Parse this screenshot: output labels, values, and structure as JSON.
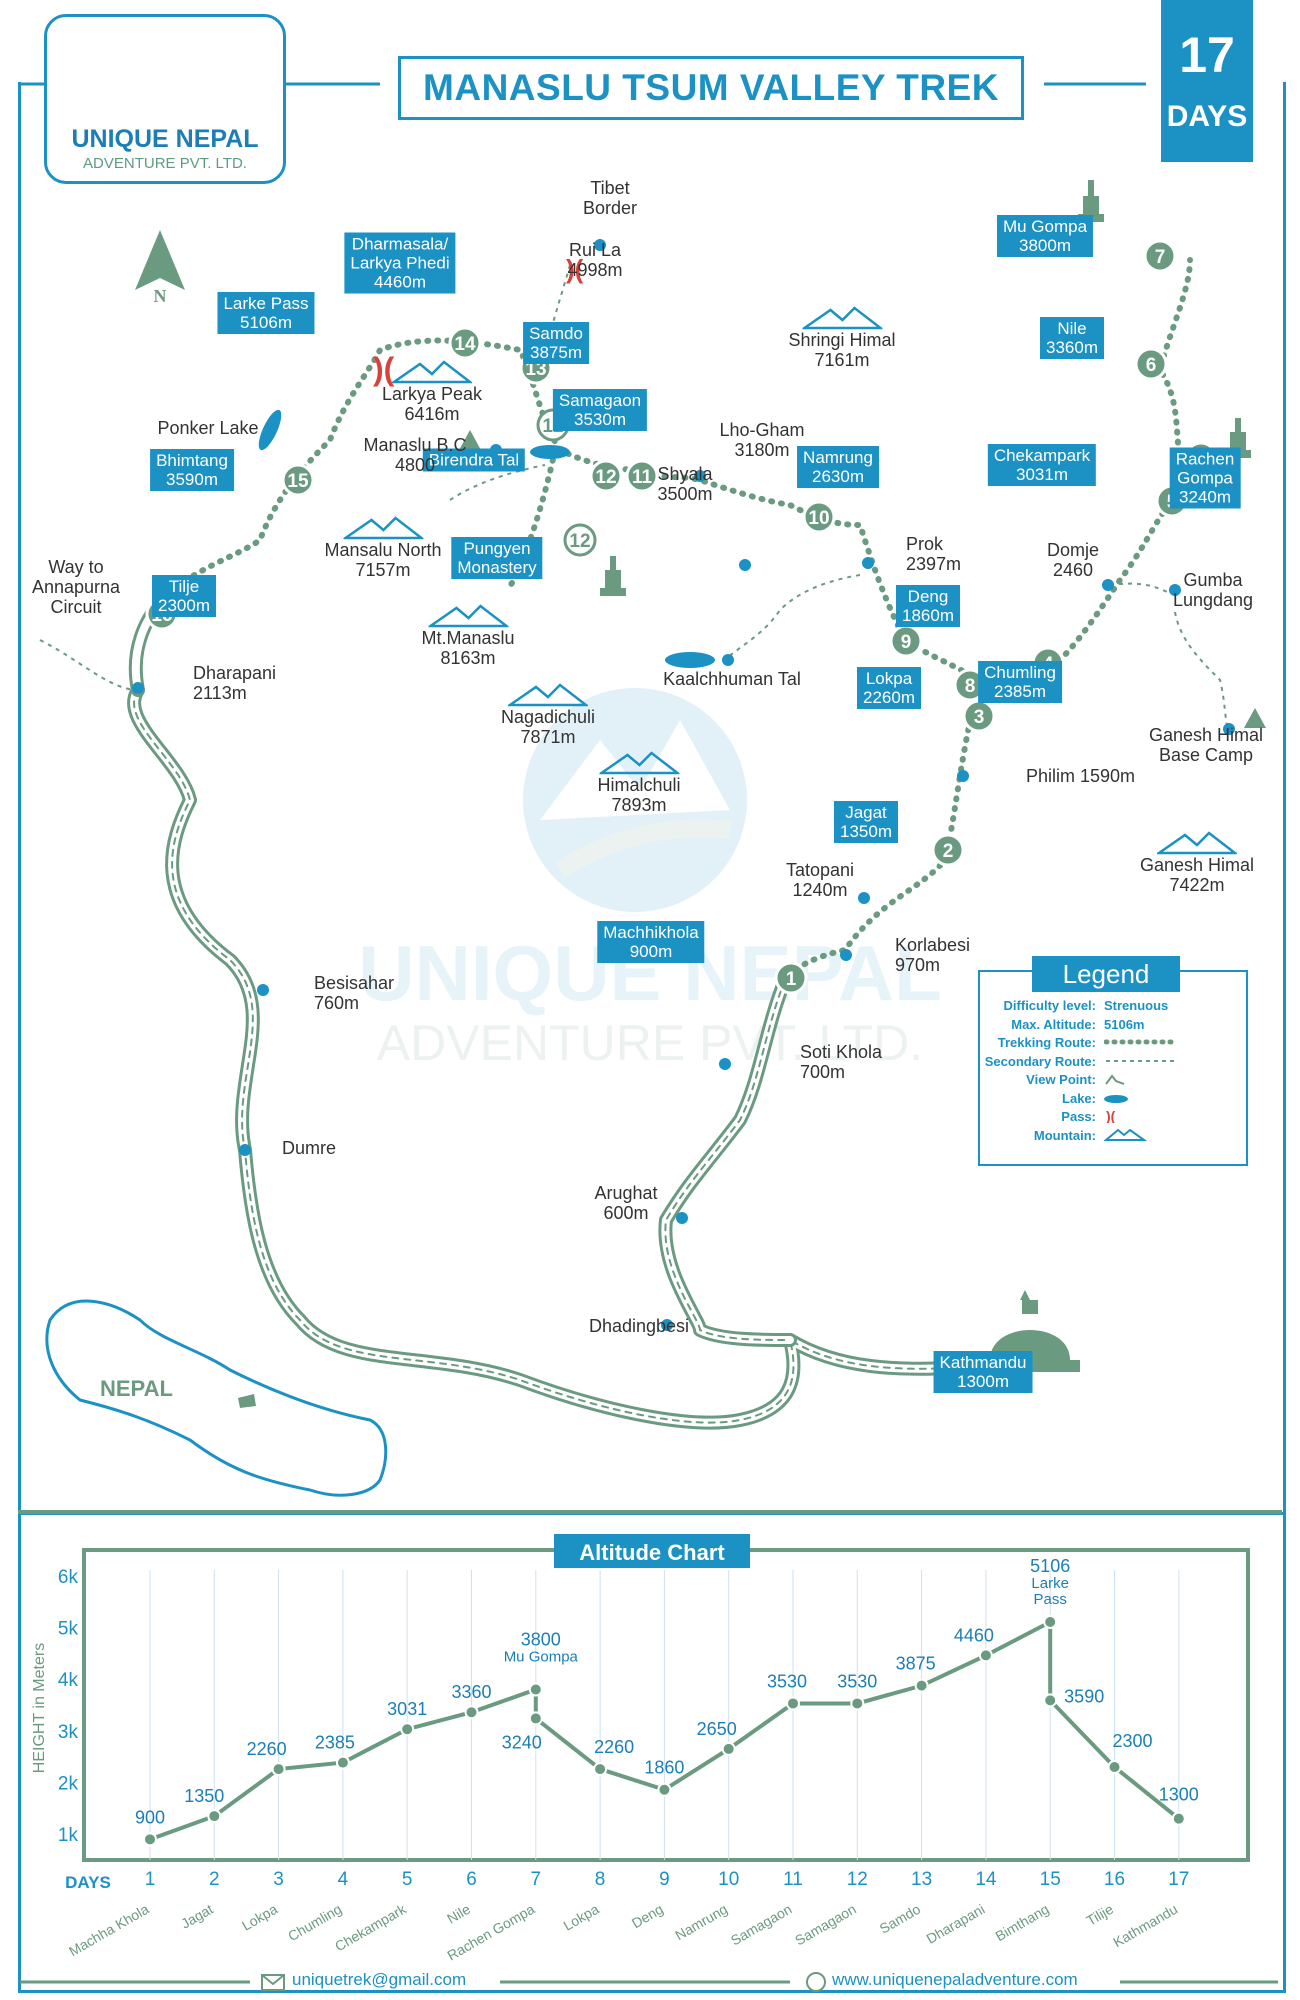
{
  "title": "MANASLU TSUM VALLEY TREK",
  "duration": {
    "number": "17",
    "unit": "DAYS"
  },
  "logo": {
    "name": "UNIQUE NEPAL",
    "subtitle": "ADVENTURE PVT. LTD."
  },
  "watermark": {
    "line1": "UNIQUE NEPAL",
    "line2": "ADVENTURE PVT. LTD."
  },
  "compass": "N",
  "nepal_label": "NEPAL",
  "colors": {
    "blue": "#1b91c4",
    "green": "#6a9a80",
    "route": "#6a9a80",
    "label_bg": "#1b91c4",
    "mountain": "#1b91c4"
  },
  "places_boxed": [
    {
      "id": "mu-gompa",
      "lines": [
        "Mu Gompa",
        "3800m"
      ]
    },
    {
      "id": "nile",
      "lines": [
        "Nile",
        "3360m"
      ]
    },
    {
      "id": "chekampark",
      "lines": [
        "Chekampark",
        "3031m"
      ]
    },
    {
      "id": "rachen-gompa",
      "lines": [
        "Rachen",
        "Gompa",
        "3240m"
      ]
    },
    {
      "id": "dharmasala",
      "lines": [
        "Dharmasala/",
        "Larkya Phedi",
        "4460m"
      ]
    },
    {
      "id": "larke-pass",
      "lines": [
        "Larke Pass",
        "5106m"
      ]
    },
    {
      "id": "samdo",
      "lines": [
        "Samdo",
        "3875m"
      ]
    },
    {
      "id": "samagaon",
      "lines": [
        "Samagaon",
        "3530m"
      ]
    },
    {
      "id": "birendra-tal",
      "lines": [
        "Birendra Tal"
      ]
    },
    {
      "id": "namrung",
      "lines": [
        "Namrung",
        "2630m"
      ]
    },
    {
      "id": "bhimtang",
      "lines": [
        "Bhimtang",
        "3590m"
      ]
    },
    {
      "id": "pungyen",
      "lines": [
        "Pungyen",
        "Monastery"
      ]
    },
    {
      "id": "tilje",
      "lines": [
        "Tilje",
        "2300m"
      ]
    },
    {
      "id": "deng",
      "lines": [
        "Deng",
        "1860m"
      ]
    },
    {
      "id": "lokpa",
      "lines": [
        "Lokpa",
        "2260m"
      ]
    },
    {
      "id": "chumling",
      "lines": [
        "Chumling",
        "2385m"
      ]
    },
    {
      "id": "jagat",
      "lines": [
        "Jagat",
        "1350m"
      ]
    },
    {
      "id": "machhikhola",
      "lines": [
        "Machhikhola",
        "900m"
      ]
    },
    {
      "id": "kathmandu",
      "lines": [
        "Kathmandu",
        "1300m"
      ]
    }
  ],
  "places_plain": [
    {
      "id": "tibet-border",
      "lines": [
        "Tibet",
        "Border"
      ]
    },
    {
      "id": "rui-la",
      "lines": [
        "Rui La",
        "4998m"
      ]
    },
    {
      "id": "larkya-peak",
      "lines": [
        "Larkya Peak",
        "6416m"
      ]
    },
    {
      "id": "shringi-himal",
      "lines": [
        "Shringi Himal",
        "7161m"
      ]
    },
    {
      "id": "ponker-lake",
      "lines": [
        "Ponker Lake"
      ]
    },
    {
      "id": "manaslu-bc",
      "lines": [
        "Manaslu B.C",
        "4800"
      ]
    },
    {
      "id": "lho-gham",
      "lines": [
        "Lho-Gham",
        "3180m"
      ]
    },
    {
      "id": "shyala",
      "lines": [
        "Shyala",
        "3500m"
      ]
    },
    {
      "id": "mansalu-north",
      "lines": [
        "Mansalu North",
        "7157m"
      ]
    },
    {
      "id": "prok",
      "lines": [
        "Prok",
        "2397m"
      ]
    },
    {
      "id": "domje",
      "lines": [
        "Domje",
        "2460"
      ]
    },
    {
      "id": "gumba-lungdang",
      "lines": [
        "Gumba",
        "Lungdang"
      ]
    },
    {
      "id": "way-annapurna",
      "lines": [
        "Way to",
        "Annapurna",
        "Circuit"
      ]
    },
    {
      "id": "mt-manaslu",
      "lines": [
        "Mt.Manaslu",
        "8163m"
      ]
    },
    {
      "id": "dharapani",
      "lines": [
        "Dharapani",
        "2113m"
      ]
    },
    {
      "id": "kaalchhuman",
      "lines": [
        "Kaalchhuman Tal"
      ]
    },
    {
      "id": "nagadichuli",
      "lines": [
        "Nagadichuli",
        "7871m"
      ]
    },
    {
      "id": "ganesh-bc",
      "lines": [
        "Ganesh Himal",
        "Base Camp"
      ]
    },
    {
      "id": "himalchuli",
      "lines": [
        "Himalchuli",
        "7893m"
      ]
    },
    {
      "id": "philim",
      "lines": [
        "Philim 1590m"
      ]
    },
    {
      "id": "ganesh-himal",
      "lines": [
        "Ganesh Himal",
        "7422m"
      ]
    },
    {
      "id": "tatopani",
      "lines": [
        "Tatopani",
        "1240m"
      ]
    },
    {
      "id": "korlabesi",
      "lines": [
        "Korlabesi",
        "970m"
      ]
    },
    {
      "id": "besisahar",
      "lines": [
        "Besisahar",
        "760m"
      ]
    },
    {
      "id": "soti-khola",
      "lines": [
        "Soti Khola",
        "700m"
      ]
    },
    {
      "id": "dumre",
      "lines": [
        "Dumre"
      ]
    },
    {
      "id": "arughat",
      "lines": [
        "Arughat",
        "600m"
      ]
    },
    {
      "id": "dhadingbesi",
      "lines": [
        "Dhadingbesi"
      ]
    }
  ],
  "day_markers": [
    "1",
    "2",
    "3",
    "4",
    "5",
    "6",
    "7",
    "7",
    "8",
    "9",
    "10",
    "11",
    "12",
    "12",
    "12",
    "13",
    "14",
    "15",
    "16",
    "17"
  ],
  "legend": {
    "title": "Legend",
    "rows": [
      {
        "label": "Difficulty level:",
        "value": "Strenuous"
      },
      {
        "label": "Max. Altitude:",
        "value": "5106m"
      },
      {
        "label": "Trekking Route:",
        "value": ""
      },
      {
        "label": "Secondary Route:",
        "value": ""
      },
      {
        "label": "View Point:",
        "value": ""
      },
      {
        "label": "Lake:",
        "value": ""
      },
      {
        "label": "Pass:",
        "value": ""
      },
      {
        "label": "Mountain:",
        "value": ""
      }
    ]
  },
  "altitude_chart": {
    "title": "Altitude Chart",
    "ylabel": "HEIGHT in Meters",
    "xlabel": "DAYS",
    "yticks": [
      "1k",
      "2k",
      "3k",
      "4k",
      "5k",
      "6k"
    ]
  },
  "chart_data": {
    "type": "line",
    "title": "Altitude Chart",
    "xlabel": "DAYS",
    "ylabel": "HEIGHT in Meters",
    "ylim": [
      500,
      6500
    ],
    "points": [
      {
        "day": "1",
        "place": "Machha Khola",
        "alt": 900,
        "label": "900"
      },
      {
        "day": "2",
        "place": "Jagat",
        "alt": 1350,
        "label": "1350"
      },
      {
        "day": "3",
        "place": "Lokpa",
        "alt": 2260,
        "label": "2260"
      },
      {
        "day": "4",
        "place": "Chumling",
        "alt": 2385,
        "label": "2385"
      },
      {
        "day": "5",
        "place": "Chekampark",
        "alt": 3031,
        "label": "3031"
      },
      {
        "day": "6",
        "place": "Nile",
        "alt": 3360,
        "label": "3360"
      },
      {
        "day": "7",
        "place": "",
        "alt": 3800,
        "label": "3800",
        "sub": "Mu Gompa"
      },
      {
        "day": "7",
        "place": "Rachen Gompa",
        "alt": 3240,
        "label": "3240"
      },
      {
        "day": "8",
        "place": "Lokpa",
        "alt": 2260,
        "label": "2260"
      },
      {
        "day": "9",
        "place": "Deng",
        "alt": 1860,
        "label": "1860"
      },
      {
        "day": "10",
        "place": "Namrung",
        "alt": 2650,
        "label": "2650"
      },
      {
        "day": "11",
        "place": "Samagaon",
        "alt": 3530,
        "label": "3530"
      },
      {
        "day": "12",
        "place": "Samagaon",
        "alt": 3530,
        "label": "3530"
      },
      {
        "day": "13",
        "place": "Samdo",
        "alt": 3875,
        "label": "3875"
      },
      {
        "day": "14",
        "place": "Dharapani",
        "alt": 4460,
        "label": "4460"
      },
      {
        "day": "15",
        "place": "",
        "alt": 5106,
        "label": "5106",
        "sub": "Larke Pass"
      },
      {
        "day": "15",
        "place": "Bimthang",
        "alt": 3590,
        "label": "3590"
      },
      {
        "day": "16",
        "place": "Tilije",
        "alt": 2300,
        "label": "2300"
      },
      {
        "day": "17",
        "place": "Kathmandu",
        "alt": 1300,
        "label": "1300"
      }
    ]
  },
  "footer": {
    "email": "uniquetrek@gmail.com",
    "website": "www.uniquenepaladventure.com"
  }
}
